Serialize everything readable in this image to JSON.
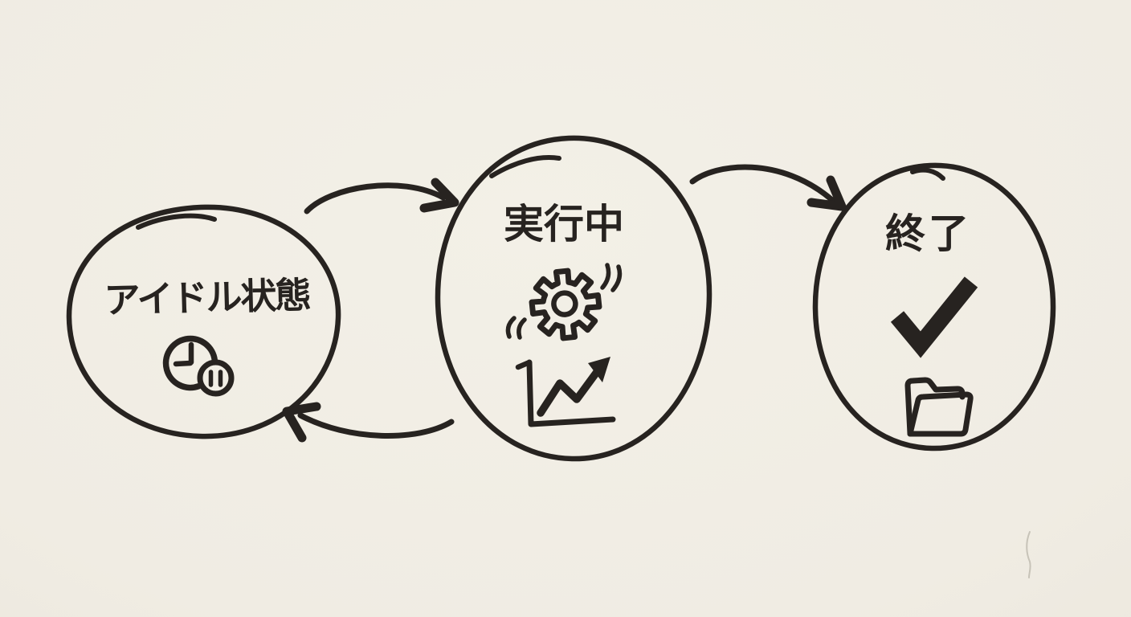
{
  "diagram": {
    "type": "state-flow-sketch",
    "medium": "hand-drawn marker on paper",
    "nodes": [
      {
        "id": "idle",
        "label": "アイドル状態",
        "icons": [
          "clock-icon",
          "pause-badge-icon"
        ]
      },
      {
        "id": "running",
        "label": "実行中",
        "icons": [
          "gear-icon",
          "trend-chart-icon"
        ]
      },
      {
        "id": "finished",
        "label": "終了",
        "icons": [
          "checkmark-icon",
          "folder-icon"
        ]
      }
    ],
    "edges": [
      {
        "from": "アイドル状態",
        "to": "実行中",
        "path": "top",
        "style": "curved-arrow"
      },
      {
        "from": "実行中",
        "to": "終了",
        "path": "top",
        "style": "curved-arrow"
      },
      {
        "from": "実行中",
        "to": "アイドル状態",
        "path": "bottom",
        "style": "curved-arrow"
      }
    ],
    "colors": {
      "ink": "#272320",
      "paper": "#f0ece3"
    }
  }
}
